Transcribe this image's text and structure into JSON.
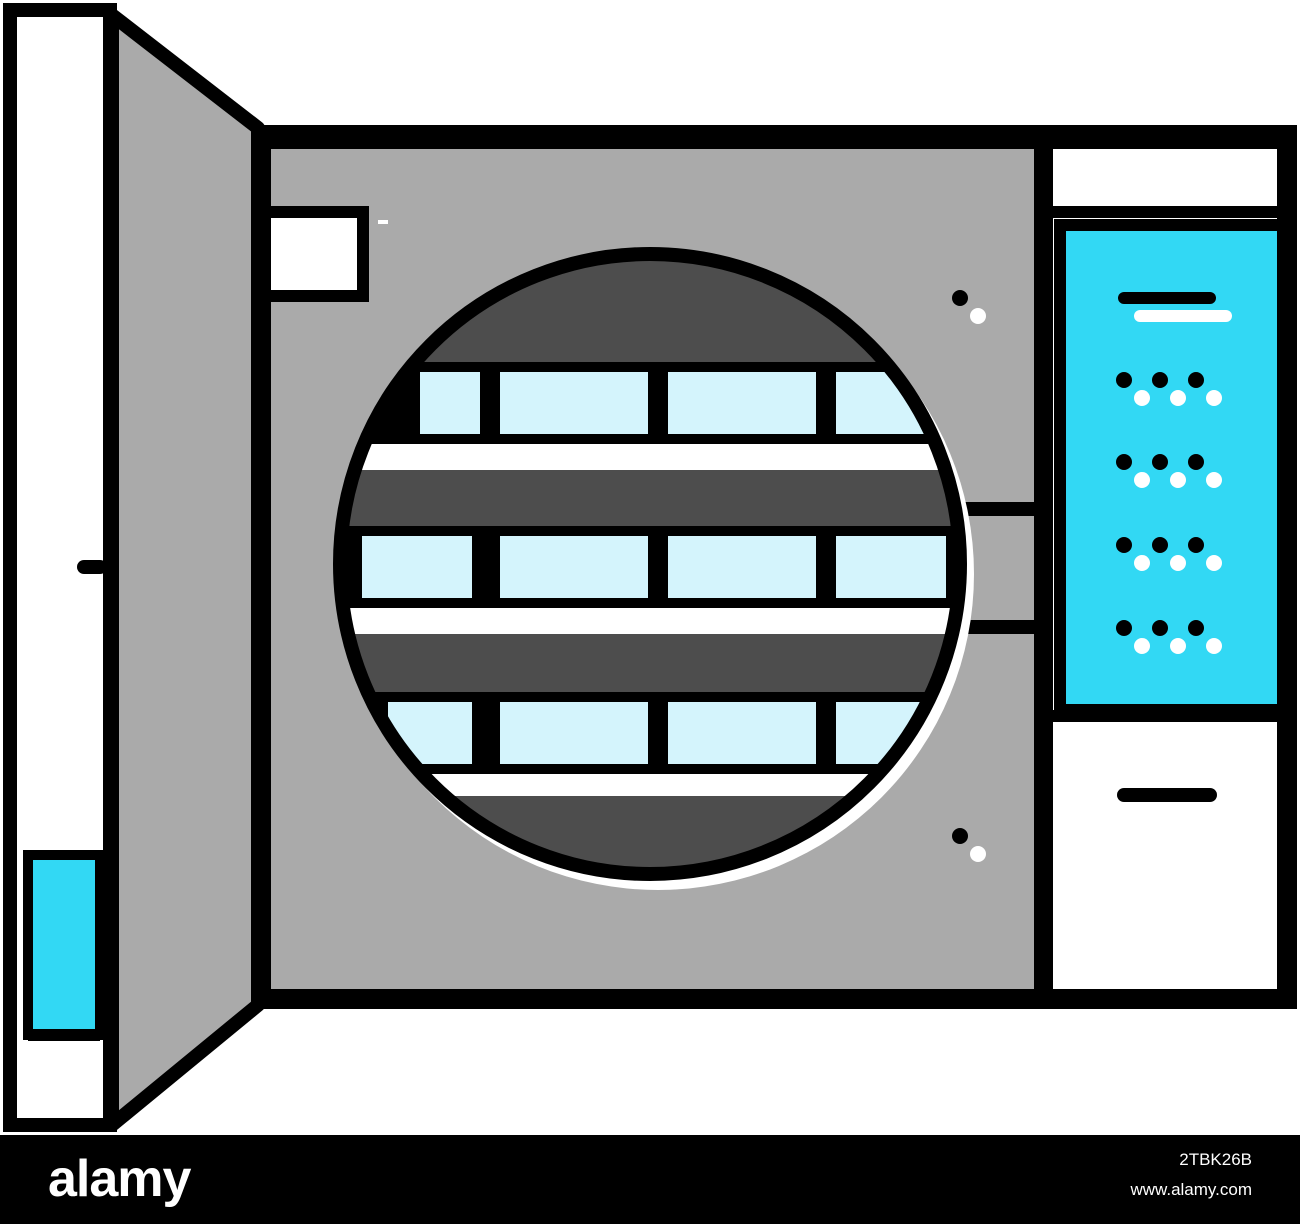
{
  "watermark": {
    "logo": "alamy",
    "image_id": "2TBK26B",
    "url": "www.alamy.com"
  },
  "colors": {
    "outline": "#000000",
    "chamber_gray": "#aaaaaa",
    "drum_dark": "#4d4d4d",
    "tray_light_blue": "#d4f4fc",
    "screen_blue": "#32d8f4",
    "background": "#ffffff"
  }
}
